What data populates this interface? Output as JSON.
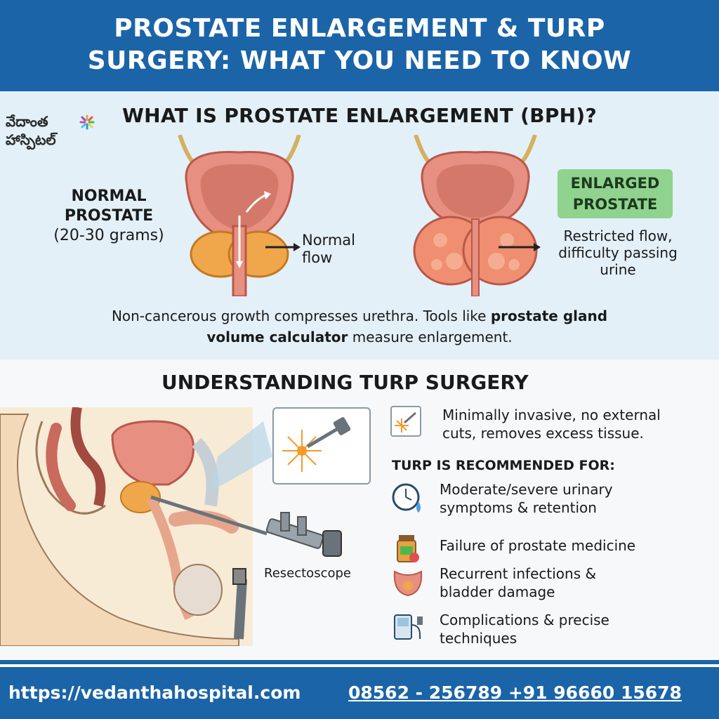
{
  "header": {
    "title_line1": "PROSTATE ENLARGEMENT & TURP",
    "title_line2": "SURGERY: WHAT YOU NEED TO KNOW"
  },
  "logo": {
    "line1": "వేదాంత",
    "line2": "హాస్పిటల్"
  },
  "bph": {
    "title": "WHAT IS PROSTATE ENLARGEMENT (BPH)?",
    "normal_label_line1": "NORMAL",
    "normal_label_line2": "PROSTATE",
    "normal_label_line3": "(20-30 grams)",
    "normal_flow_line1": "Normal",
    "normal_flow_line2": "flow",
    "enlarged_line1": "ENLARGED",
    "enlarged_line2": "PROSTATE",
    "restricted_line1": "Restricted flow,",
    "restricted_line2": "difficulty passing",
    "restricted_line3": "urine",
    "desc_part1": "Non-cancerous growth compresses urethra. Tools like ",
    "desc_bold1": "prostate gland",
    "desc_bold2": "volume calculator",
    "desc_part2": " measure enlargement."
  },
  "turp": {
    "title": "UNDERSTANDING TURP SURGERY",
    "resectoscope_label": "Resectoscope",
    "benefit_line1": "Minimally invasive, no external",
    "benefit_line2": "cuts, removes excess tissue.",
    "recommended_title": "TURP IS RECOMMENDED FOR:",
    "items": [
      {
        "line1": "Moderate/severe urinary",
        "line2": "symptoms & retention",
        "icon": "clock-drop-icon"
      },
      {
        "line1": "Failure of prostate medicine",
        "line2": "",
        "icon": "medicine-bottle-icon"
      },
      {
        "line1": "Recurrent infections &",
        "line2": "bladder damage",
        "icon": "bladder-icon"
      },
      {
        "line1": "Complications & precise",
        "line2": "techniques",
        "icon": "device-icon"
      }
    ]
  },
  "footer": {
    "url": "https://vedanthahospital.com",
    "phones": "08562 - 256789 +91 96660 15678"
  },
  "colors": {
    "brand_blue": "#1b64a7",
    "badge_green": "#8fd38f",
    "section_bg": "#e3f0f8"
  }
}
